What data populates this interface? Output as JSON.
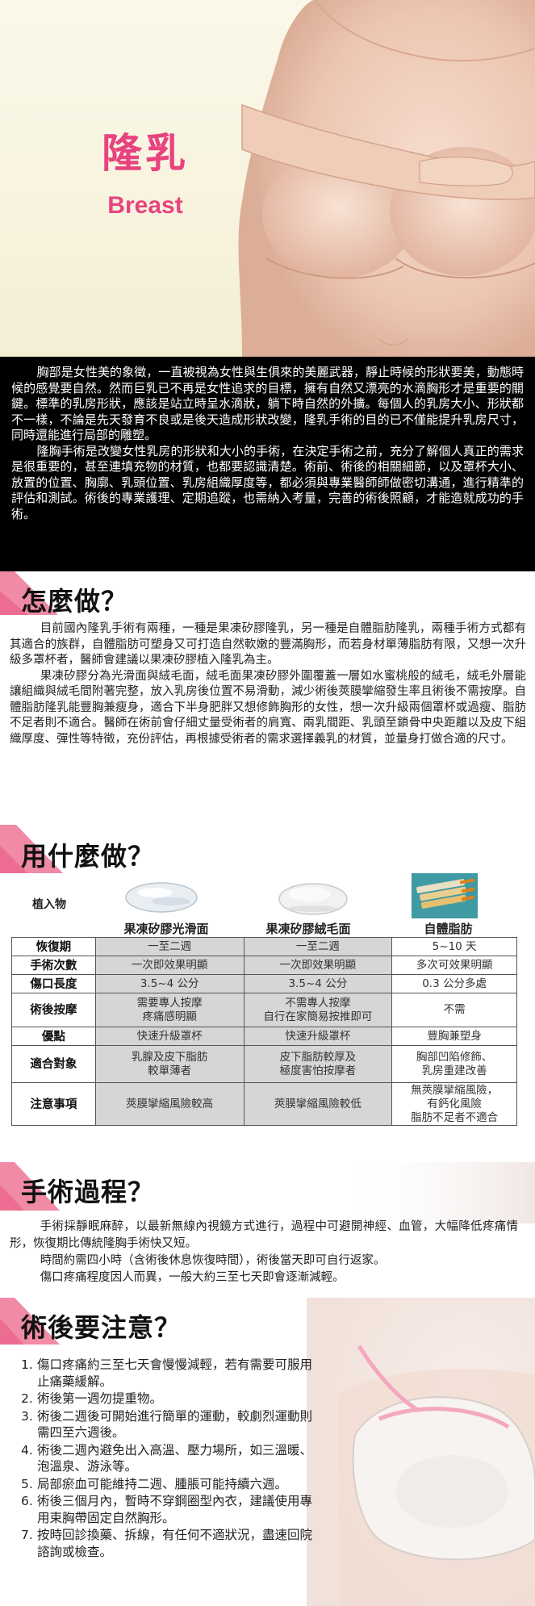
{
  "hero": {
    "title": "隆乳",
    "subtitle": "Breast"
  },
  "intro": {
    "paragraphs": [
      "胸部是女性美的象徵，一直被視為女性與生俱來的美麗武器，靜止時候的形狀要美，動態時候的感覺要自然。然而巨乳已不再是女性追求的目標，擁有自然又漂亮的水滴胸形才是重要的關鍵。標準的乳房形狀，應該是站立時呈水滴狀，躺下時自然的外擴。每個人的乳房大小、形狀都不一樣，不論是先天發育不良或是後天造成形狀改變，隆乳手術的目的已不僅能提升乳房尺寸，同時還能進行局部的雕塑。",
      "隆胸手術是改變女性乳房的形狀和大小的手術，在決定手術之前，充分了解個人真正的需求是很重要的，甚至連填充物的材質，也都要認識清楚。術前、術後的相關細節，以及罩杯大小、放置的位置、胸廓、乳頭位置、乳房組織厚度等，都必須與專業醫師師做密切溝通，進行精準的評估和測試。術後的專業護理、定期追蹤，也需納入考量，完善的術後照顧，才能造就成功的手術。"
    ]
  },
  "how": {
    "title": "怎麼做？",
    "paragraphs": [
      "目前國內隆乳手術有兩種，一種是果凍矽膠隆乳，另一種是自體脂肪隆乳，兩種手術方式都有其適合的族群，自體脂肪可塑身又可打造自然軟嫩的豐滿胸形，而若身材單薄脂肪有限，又想一次升級多罩杯者，醫師會建議以果凍矽膠植入隆乳為主。",
      "果凍矽膠分為光滑面與絨毛面，絨毛面果凍矽膠外圍覆蓋一層如水蜜桃般的絨毛，絨毛外層能讓組織與絨毛間附著完整，放入乳房後位置不易滑動，減少術後莢膜攣縮發生率且術後不需按摩。自體脂肪隆乳能豐胸兼瘦身，適合下半身肥胖又想修飾胸形的女性，想一次升級兩個罩杯或過瘦、脂肪不足者則不適合。醫師在術前會仔細丈量受術者的肩寬、兩乳間距、乳頭至鎖骨中央距離以及皮下組織厚度、彈性等特徵，充份評估，再根據受術者的需求選擇義乳的材質，並量身打做合適的尺寸。"
    ]
  },
  "what": {
    "title": "用什麼做？",
    "implant_label": "植入物",
    "columns": [
      "果凍矽膠光滑面",
      "果凍矽膠絨毛面",
      "自體脂肪"
    ],
    "rows": [
      {
        "label": "恢復期",
        "cells": [
          "一至二週",
          "一至二週",
          "5~10 天"
        ]
      },
      {
        "label": "手術次數",
        "cells": [
          "一次即效果明顯",
          "一次即效果明顯",
          "多次可效果明顯"
        ]
      },
      {
        "label": "傷口長度",
        "cells": [
          "3.5~4 公分",
          "3.5~4 公分",
          "0.3 公分多處"
        ]
      },
      {
        "label": "術後按摩",
        "cells": [
          "需要專人按摩\n疼痛感明顯",
          "不需專人按摩\n自行在家簡易按推即可",
          "不需"
        ]
      },
      {
        "label": "優點",
        "cells": [
          "快速升級罩杯",
          "快速升級罩杯",
          "豐胸兼塑身"
        ]
      },
      {
        "label": "適合對象",
        "cells": [
          "乳腺及皮下脂肪\n較單薄者",
          "皮下脂肪較厚及\n極度害怕按摩者",
          "胸部凹陷修飾、\n乳房重建改善"
        ]
      },
      {
        "label": "注意事項",
        "cells": [
          "莢膜攣縮風險較高",
          "莢膜攣縮風險較低",
          "無莢膜攣縮風險，\n有鈣化風險\n脂肪不足者不適合"
        ]
      }
    ]
  },
  "process": {
    "title": "手術過程？",
    "paragraphs": [
      "手術採靜眠麻醉，以最新無線內視鏡方式進行，過程中可避開神經、血管，大幅降低疼痛情形，恢復期比傳統隆胸手術快又短。",
      "時間約需四小時（含術後休息恢復時間），術後當天即可自行返家。",
      "傷口疼痛程度因人而異，一般大約三至七天即會逐漸減輕。"
    ]
  },
  "after": {
    "title": "術後要注意？",
    "items": [
      {
        "num": "1.",
        "text": "傷口疼痛約三至七天會慢慢減輕，若有需要可服用止痛藥緩解。"
      },
      {
        "num": "2.",
        "text": "術後第一週勿提重物。"
      },
      {
        "num": "3.",
        "text": "術後二週後可開始進行簡單的運動，較劇烈運動則需四至六週後。"
      },
      {
        "num": "4.",
        "text": "術後二週內避免出入高溫、壓力場所，如三溫暖、泡溫泉、游泳等。"
      },
      {
        "num": "5.",
        "text": "局部瘀血可能維持二週、腫脹可能持續六週。"
      },
      {
        "num": "6.",
        "text": "術後三個月內，暫時不穿鋼圈型內衣，建議使用專用束胸帶固定自然胸形。"
      },
      {
        "num": "7.",
        "text": "按時回診換藥、拆線，有任何不適狀況，盡速回院諮詢或檢查。"
      }
    ]
  },
  "colors": {
    "accent_pink": "#e8437f",
    "ribbon_pink": "#f08aa5",
    "intro_bg": "#000000",
    "table_gray": "#d6d6d6"
  }
}
